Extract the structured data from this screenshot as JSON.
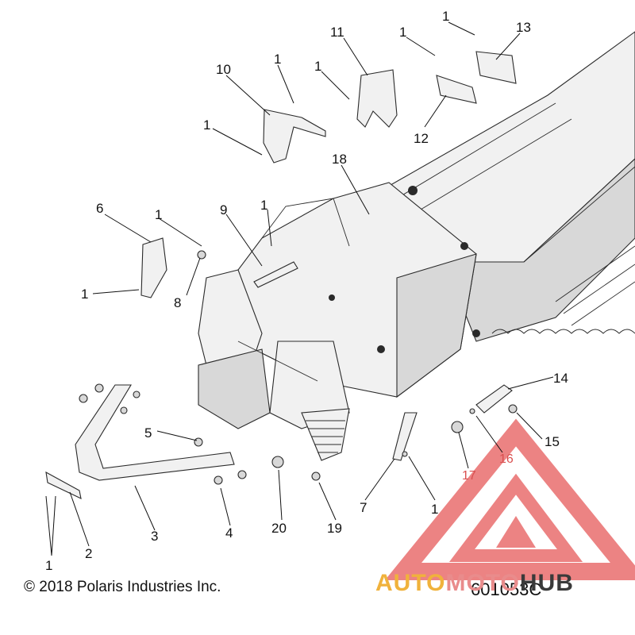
{
  "diagram": {
    "callouts": [
      {
        "id": "c1a",
        "label": "1"
      },
      {
        "id": "c1b",
        "label": "1"
      },
      {
        "id": "c1c",
        "label": "1"
      },
      {
        "id": "c1d",
        "label": "1"
      },
      {
        "id": "c1e",
        "label": "1"
      },
      {
        "id": "c1f",
        "label": "1"
      },
      {
        "id": "c1g",
        "label": "1"
      },
      {
        "id": "c1h",
        "label": "1"
      },
      {
        "id": "c1i",
        "label": "1"
      },
      {
        "id": "c1j",
        "label": "1"
      },
      {
        "id": "c2",
        "label": "2"
      },
      {
        "id": "c3",
        "label": "3"
      },
      {
        "id": "c4",
        "label": "4"
      },
      {
        "id": "c5",
        "label": "5"
      },
      {
        "id": "c6",
        "label": "6"
      },
      {
        "id": "c7",
        "label": "7"
      },
      {
        "id": "c8",
        "label": "8"
      },
      {
        "id": "c9",
        "label": "9"
      },
      {
        "id": "c10",
        "label": "10"
      },
      {
        "id": "c11",
        "label": "11"
      },
      {
        "id": "c12",
        "label": "12"
      },
      {
        "id": "c13",
        "label": "13"
      },
      {
        "id": "c14",
        "label": "14"
      },
      {
        "id": "c15",
        "label": "15"
      },
      {
        "id": "c16",
        "label": "16"
      },
      {
        "id": "c17",
        "label": "17"
      },
      {
        "id": "c18",
        "label": "18"
      },
      {
        "id": "c19",
        "label": "19"
      },
      {
        "id": "c20",
        "label": "20"
      }
    ]
  },
  "footer": {
    "copyright": "© 2018 Polaris Industries Inc.",
    "drawing_number": "601053C"
  },
  "watermark": {
    "part_a": "AUTO",
    "part_b": "MOTO",
    "part_c": "HUB",
    "triangle_color": "#e65a5a"
  }
}
